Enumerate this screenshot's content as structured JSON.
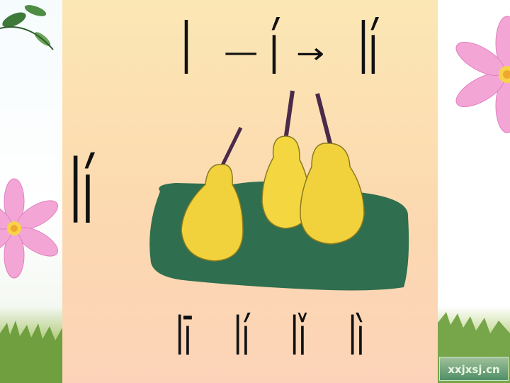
{
  "formula": {
    "initial": "l",
    "dash": "—",
    "final": "í",
    "arrow": "→",
    "result": "lí"
  },
  "left_syllable": "lí",
  "tone_syllables": [
    "lī",
    "lí",
    "lǐ",
    "lì"
  ],
  "watermark": "xxjxsj.cn",
  "colors": {
    "panel": "#fbe0b4",
    "mat": "#2f6e4e",
    "pear": "#f1d23c"
  },
  "icons": [
    "flower-icon",
    "leaf-icon",
    "pear-icon"
  ]
}
